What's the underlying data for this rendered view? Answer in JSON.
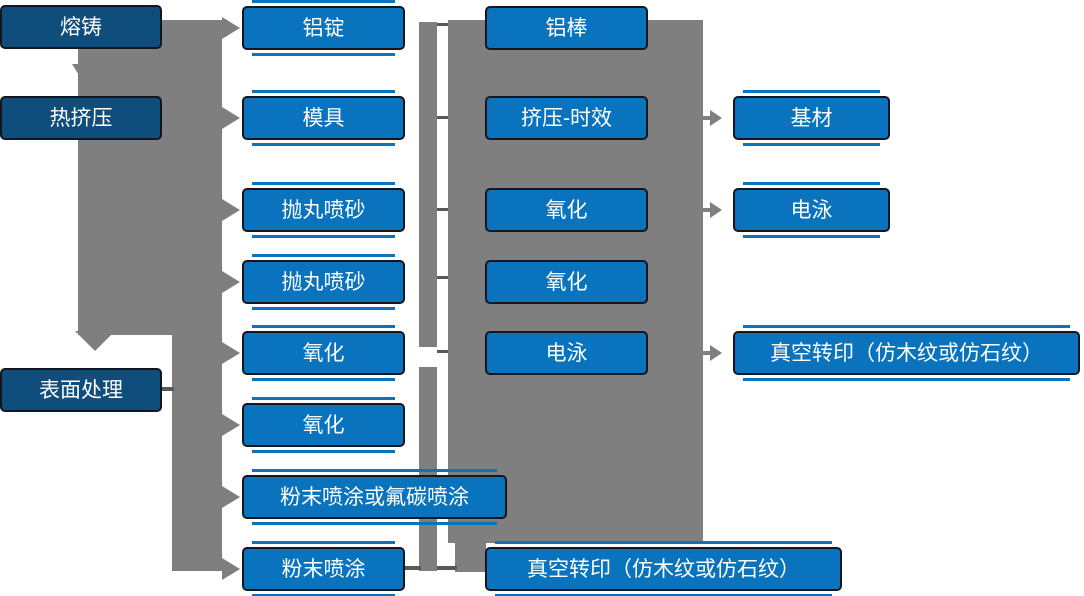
{
  "nodes": {
    "melt_cast": "熔铸",
    "hot_extrusion": "热挤压",
    "surface_treatment": "表面处理",
    "al_ingot": "铝锭",
    "mold": "模具",
    "shot_blast_1": "抛丸喷砂",
    "shot_blast_2": "抛丸喷砂",
    "oxidation_c2_1": "氧化",
    "oxidation_c2_2": "氧化",
    "powder_or_fluorocarbon": "粉末喷涂或氟碳喷涂",
    "powder_coating": "粉末喷涂",
    "al_rod": "铝棒",
    "extrusion_aging": "挤压-时效",
    "oxidation_c3_1": "氧化",
    "oxidation_c3_2": "氧化",
    "electrophoresis_c3": "电泳",
    "vacuum_transfer_bottom": "真空转印（仿木纹或仿石纹）",
    "substrate": "基材",
    "electrophoresis_c4": "电泳",
    "vacuum_transfer_right": "真空转印（仿木纹或仿石纹）"
  },
  "edges": [
    {
      "from": "melt_cast",
      "to": "hot_extrusion"
    },
    {
      "from": "melt_cast",
      "to": "al_ingot"
    },
    {
      "from": "hot_extrusion",
      "to": "mold"
    },
    {
      "from": "hot_extrusion",
      "to": "shot_blast_1"
    },
    {
      "from": "hot_extrusion",
      "to": "shot_blast_2"
    },
    {
      "from": "hot_extrusion",
      "to": "oxidation_c2_1"
    },
    {
      "from": "hot_extrusion",
      "to": "surface_treatment"
    },
    {
      "from": "surface_treatment",
      "to": "oxidation_c2_2"
    },
    {
      "from": "surface_treatment",
      "to": "powder_or_fluorocarbon"
    },
    {
      "from": "surface_treatment",
      "to": "powder_coating"
    },
    {
      "from": "extrusion_aging",
      "to": "substrate"
    },
    {
      "from": "oxidation_c3_1",
      "to": "electrophoresis_c4"
    },
    {
      "from": "electrophoresis_c3",
      "to": "vacuum_transfer_right"
    }
  ],
  "colors": {
    "node_blue": "#0a73be",
    "node_dark_blue": "#0f4d7d",
    "connector_gray": "#7f7f7f",
    "tick_gray": "#595959",
    "node_border": "#15151e",
    "node_text": "#ffffff"
  }
}
